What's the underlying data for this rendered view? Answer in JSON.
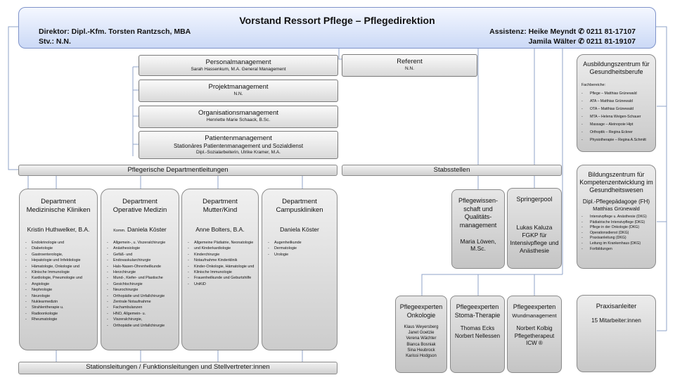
{
  "header": {
    "title": "Vorstand Ressort Pflege – Pflegedirektion",
    "director": "Direktor: Dipl.-Kfm. Torsten Rantzsch, MBA",
    "deputy": "Stv.: N.N.",
    "assistant1": "Assistenz: Heike Meyndt ✆ 0211 81-17107",
    "assistant2": "Jamila Wälter ✆ 0211 81-19107"
  },
  "management": [
    {
      "title": "Personalmanagement",
      "sub": "Sarah Hassenkum, M.A. General Management"
    },
    {
      "title": "Projektmanagement",
      "sub": "N.N."
    },
    {
      "title": "Organisationsmanagement",
      "sub": "Henriette Marie Schaack, B.Sc."
    },
    {
      "title": "Patientenmanagement",
      "sub1": "Stationäres Patientenmanagement und Sozialdienst",
      "sub2": "Dipl.-Sozialarbeiterin, Ulrike Kramer, M.A."
    }
  ],
  "referent": {
    "title": "Referent",
    "sub": "N.N."
  },
  "bars": {
    "department_heads": "Pflegerische Departmentleitungen",
    "staff": "Stabsstellen",
    "station_heads": "Stationsleitungen / Funktionsleitungen und Stellvertreter:innen"
  },
  "departments": [
    {
      "title1": "Department",
      "title2": "Medizinische Kliniken",
      "head": "Kristin Huthwelker, B.A.",
      "items": [
        "Endokrinologie und",
        "Diabetologie",
        "Gastroenterologie,",
        "Hepatologie und Infektiologie",
        "Hämatologie, Onkologie und",
        "Klinische Immunologie",
        "Kardiologie, Pneumologie und",
        "Angiologie",
        "Nephrologie",
        "Neurologie",
        "Nuklearmedizin",
        "Strahlentherapie u.",
        "Radioonkologie",
        "Rheumatologie"
      ]
    },
    {
      "title1": "Department",
      "title2": "Operative Medizin",
      "head_prefix": "Komm.",
      "head": "Daniela Köster",
      "items": [
        "Allgemein-, u. Viszeralchirurgie",
        "Anästhesiologie",
        "Gefäß- und",
        "Endovaskularchirurgie",
        "Hals-Nasen-Ohrenheilkunde",
        "Herzchirurgie",
        "Mund-, Kiefer- und Plastische",
        "Gesichtschirurgie",
        "Neurochirurgie",
        "Orthopädie und Unfallchirurgie",
        "Zentrale Notaufnahme",
        "Fachambulanzen",
        "HNO, Allgemein- u.",
        "Viszeralchirurgie,",
        "Orthopädie und Unfallchirurgie"
      ]
    },
    {
      "title1": "Department",
      "title2": "Mutter/Kind",
      "head": "Anne Bolters, B.A.",
      "items": [
        "Allgemeine Pädiatrie, Neonatologie",
        "und Kinderkardiologie",
        "Kinderchirurgie",
        "Notaufnahme Kinderklinik",
        "Kinder-Onkologie, Hämatologie und",
        "Klinische Immunologie",
        "Frauenheilkunde und Geburtshilfe",
        "UniKiD"
      ]
    },
    {
      "title1": "Department",
      "title2": "Campuskliniken",
      "head": "Daniela Köster",
      "items": [
        "Augenheilkunde",
        "Dermatologie",
        "Urologie"
      ]
    }
  ],
  "staff_units": [
    {
      "title": "Pflegewissen-schaft und Qualitäts-management",
      "person": "Maria Löwen, M.Sc."
    },
    {
      "title": "Springerpool",
      "person": "Lukas Kaluza FGKP für Intensivpflege und Anästhesie"
    }
  ],
  "experts": [
    {
      "title1": "Pflegeexperten",
      "title2": "Onkologie",
      "names": [
        "Klaus Weyersberg",
        "Janet Goetzie",
        "Verena Wächter",
        "Bianca Bosniak",
        "Sina Heubrock",
        "Karissi Hodgson"
      ]
    },
    {
      "title1": "Pflegeexperten",
      "title2": "Stoma-Therapie",
      "names": [
        "Thomas Ecks",
        "Norbert Nellessen"
      ]
    },
    {
      "title1": "Pflegeexperten",
      "title2": "Wundmanagement",
      "names": [
        "Norbert Kolbig",
        "Pflegetherapeut",
        "ICW ®"
      ]
    }
  ],
  "ausbildung": {
    "title": "Ausbildungszentrum für Gesundheitsberufe",
    "fach_label": "Fachbereiche:",
    "items": [
      "Pflege – Matthias Grünewald",
      "ATA – Matthias Grünewald",
      "OTA – Matthias Grünewald",
      "MTA – Helena Weigen-Schauer",
      "Massage – Aleinopoie Hipt",
      "Orthoptik – Regina Eckner",
      "Physiotherapie – Regina A.Schmitt"
    ]
  },
  "bildung": {
    "title": "Bildungszentrum für Kompetenzentwicklung im Gesundheitswesen",
    "head1": "Dipl.-Pflegepädagoge (FH)",
    "head2": "Matthias Grünewald",
    "items": [
      "Intensivpflege u. Anästhesie (DKG)",
      "Pädiatrische Intensivpflege (DKG)",
      "Pflege in der Onkologie (DKG)",
      "Operationsdienst (DKG)",
      "Praxisanleitung (DKG)",
      "Leitung im Krankenhaus (DKG)",
      "Fortbildungen"
    ]
  },
  "praxis": {
    "title": "Praxisanleiter",
    "sub": "15 Mitarbeiter:innen"
  }
}
